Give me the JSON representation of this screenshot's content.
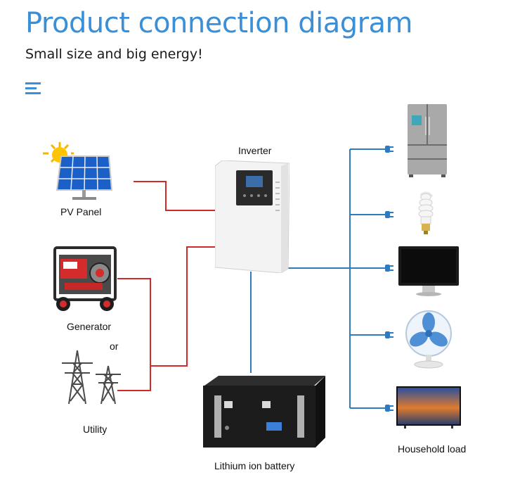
{
  "header": {
    "title": "Product connection diagram",
    "subtitle": "Small size and big energy!"
  },
  "labels": {
    "pv_panel": "PV Panel",
    "generator": "Generator",
    "or": "or",
    "utility": "Utility",
    "inverter": "Inverter",
    "battery": "Lithium ion battery",
    "household_load": "Household load"
  },
  "colors": {
    "title": "#3a8fd9",
    "ac_line": "#d12a2a",
    "dc_line": "#2f7bbd",
    "menu_icon": "#3a8fd9"
  },
  "icons": [
    "menu-icon",
    "sun-icon",
    "solar-panel-icon",
    "generator-icon",
    "power-tower-icon",
    "inverter-icon",
    "battery-icon",
    "plug-icon",
    "refrigerator-icon",
    "light-bulb-icon",
    "monitor-icon",
    "fan-icon",
    "tv-icon"
  ]
}
